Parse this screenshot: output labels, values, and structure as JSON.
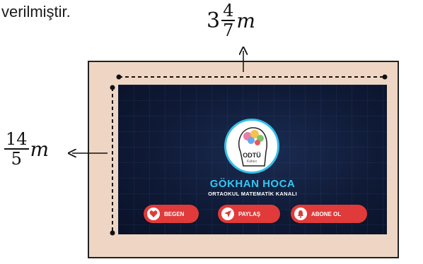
{
  "intro_text": "verilmiştir.",
  "width_label": {
    "whole": "3",
    "numerator": "4",
    "denominator": "7",
    "unit": "m"
  },
  "height_label": {
    "numerator": "14",
    "denominator": "5",
    "unit": "m"
  },
  "screen": {
    "logo_text": "ODTÜ",
    "logo_sub": "Kafası",
    "channel_name": "GÖKHAN HOCA",
    "subtitle": "ORTAOKUL MATEMATİK KANALI",
    "buttons": [
      {
        "label": "BEGEN",
        "icon": "heart-icon"
      },
      {
        "label": "PAYLAŞ",
        "icon": "send-icon"
      },
      {
        "label": "ABONE OL",
        "icon": "bell-icon"
      }
    ]
  },
  "colors": {
    "frame": "#efd6c4",
    "screen": "#0f1a36",
    "accent": "#35c7ef",
    "button": "#e03a3a"
  }
}
